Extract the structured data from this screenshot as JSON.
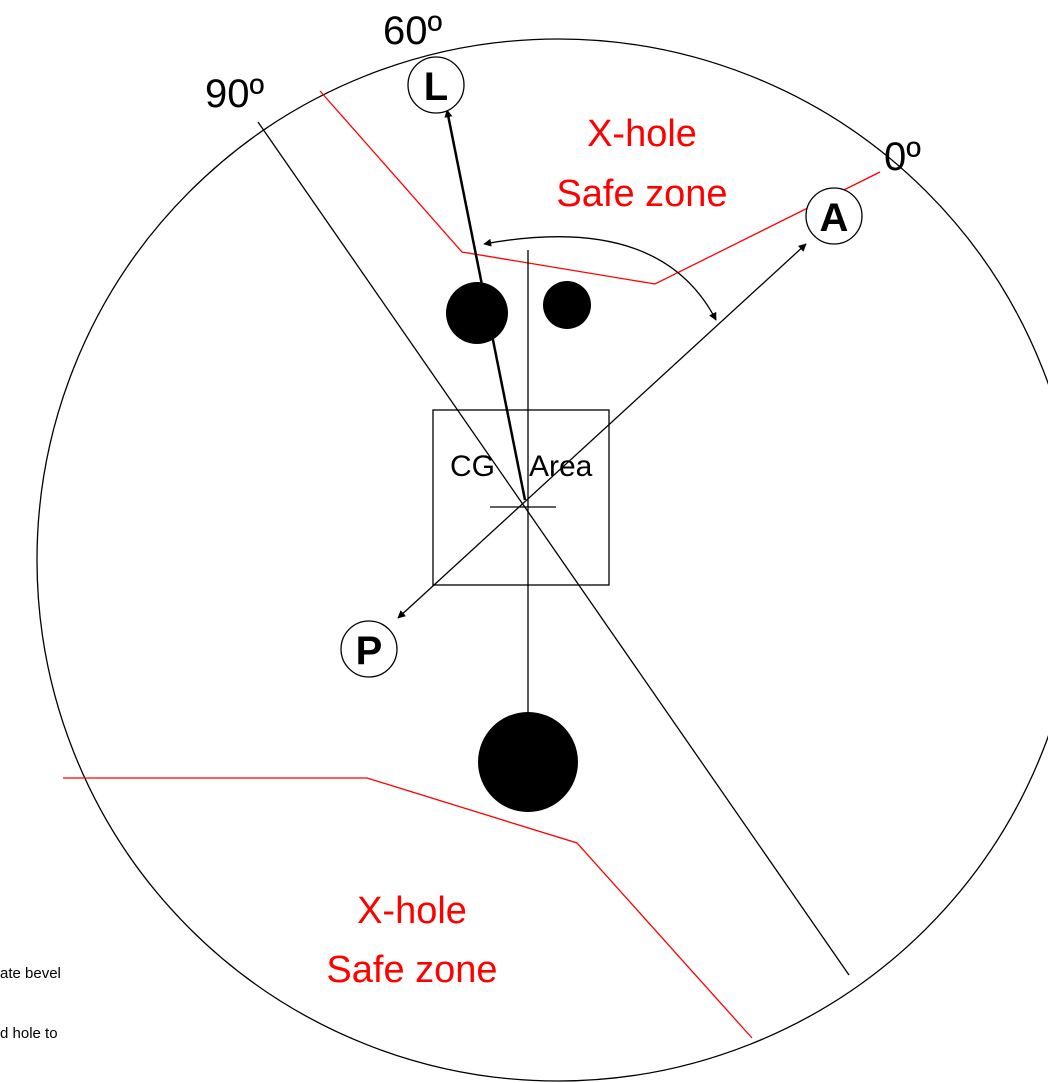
{
  "labels": {
    "angle_60": "60º",
    "angle_90": "90º",
    "angle_0": "0º",
    "lift": "L",
    "axis_a": "A",
    "axis_p": "P",
    "cg_left": "CG",
    "cg_right": "Area",
    "safe_zone_top_line1": "X-hole",
    "safe_zone_top_line2": "Safe zone",
    "safe_zone_bottom_line1": "X-hole",
    "safe_zone_bottom_line2": "Safe zone"
  },
  "note": {
    "line1": "ate bevel",
    "line2": "d hole to"
  },
  "colors": {
    "outline": "#000000",
    "safe_zone": "#ff0000",
    "holes": "#000000",
    "background": "#ffffff"
  }
}
